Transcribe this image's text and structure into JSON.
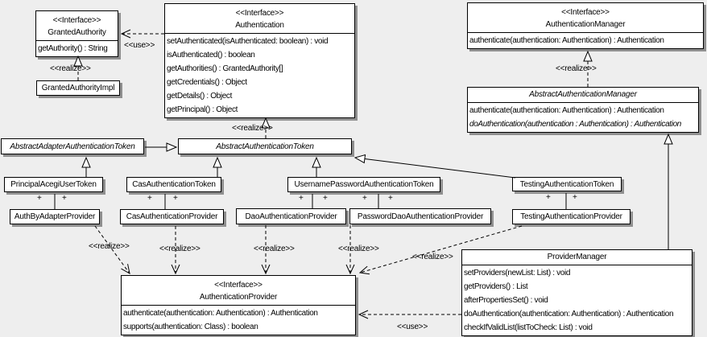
{
  "diagram": {
    "type": "uml-class-diagram",
    "subject": "Acegi Security authentication classes"
  },
  "labels": {
    "realize": "<<realize>>",
    "use": "<<use>>",
    "plus": "+",
    "interface_stereotype": "<<Interface>>"
  },
  "classes": {
    "granted_authority": {
      "stereotype": "<<Interface>>",
      "name": "GrantedAuthority",
      "methods": [
        "getAuthority() : String"
      ]
    },
    "granted_authority_impl": {
      "name": "GrantedAuthorityImpl"
    },
    "authentication": {
      "stereotype": "<<Interface>>",
      "name": "Authentication",
      "methods": [
        "setAuthenticated(isAuthenticated: boolean) : void",
        "isAuthenticated() : boolean",
        "getAuthorities() : GrantedAuthority[]",
        "getCredentials() : Object",
        "getDetails() : Object",
        "getPrincipal() : Object"
      ]
    },
    "authentication_manager": {
      "stereotype": "<<Interface>>",
      "name": "AuthenticationManager",
      "methods": [
        "authenticate(authentication: Authentication) : Authentication"
      ]
    },
    "abstract_authentication_manager": {
      "name": "AbstractAuthenticationManager",
      "abstract": true,
      "methods": [
        "authenticate(authentication: Authentication) : Authentication",
        "doAuthentication(authentication : Authentication) : Authentication"
      ]
    },
    "abstract_adapter_authentication_token": {
      "name": "AbstractAdapterAuthenticationToken",
      "abstract": true
    },
    "abstract_authentication_token": {
      "name": "AbstractAuthenticationToken",
      "abstract": true
    },
    "principal_acegi_user_token": {
      "name": "PrincipalAcegiUserToken"
    },
    "cas_authentication_token": {
      "name": "CasAuthenticationToken"
    },
    "username_password_authentication_token": {
      "name": "UsernamePasswordAuthenticationToken"
    },
    "testing_authentication_token": {
      "name": "TestingAuthenticationToken"
    },
    "auth_by_adapter_provider": {
      "name": "AuthByAdapterProvider"
    },
    "cas_authentication_provider": {
      "name": "CasAuthenticationProvider"
    },
    "dao_authentication_provider": {
      "name": "DaoAuthenticationProvider"
    },
    "password_dao_authentication_provider": {
      "name": "PasswordDaoAuthenticationProvider"
    },
    "testing_authentication_provider": {
      "name": "TestingAuthenticationProvider"
    },
    "authentication_provider": {
      "stereotype": "<<Interface>>",
      "name": "AuthenticationProvider",
      "methods": [
        "authenticate(authentication: Authentication) : Authentication",
        "supports(authentication: Class) : boolean"
      ]
    },
    "provider_manager": {
      "name": "ProviderManager",
      "methods": [
        "setProviders(newList: List) : void",
        "getProviders() : List",
        "afterPropertiesSet() : void",
        "doAuthentication(authentication: Authentication) : Authentication",
        "checkIfValidList(listToCheck: List) : void"
      ]
    }
  }
}
